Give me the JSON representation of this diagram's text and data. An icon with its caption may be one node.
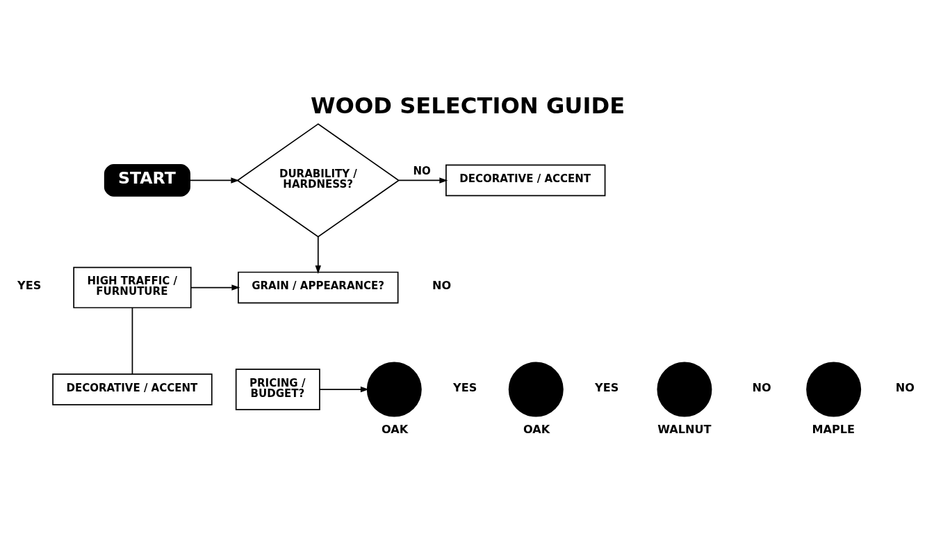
{
  "diagram": {
    "title": "WOOD SELECTION GUIDE",
    "nodes": [
      {
        "text": [
          "START"
        ]
      },
      {
        "text": [
          "DURABILITY / HARDNESS?"
        ]
      },
      {
        "text": [
          "DECORATIVE / ACCENT"
        ]
      },
      {
        "text": [
          "HIGH TRAFFIC / FURNUTURE"
        ]
      },
      {
        "text": [
          "GRAIN / APPEARANCE?"
        ]
      },
      {
        "text": [
          "DECORATIVE / ACCENT"
        ]
      },
      {
        "text": [
          "PRICING / BUDGET?"
        ]
      },
      {
        "text": [],
        "shape": "circle",
        "beside": [
          "OAK"
        ]
      },
      {
        "text": [],
        "shape": "circle",
        "beside": [
          "OAK"
        ]
      },
      {
        "text": [],
        "shape": "circle",
        "beside": [
          "WALNUT"
        ]
      },
      {
        "text": [],
        "shape": "circle",
        "beside": [
          "MAPLE"
        ]
      }
    ],
    "edges": [
      {
        "from": 0,
        "to": 1,
        "arrow": "to"
      },
      {
        "from": 1,
        "to": 2,
        "arrow": "to",
        "label": "NO"
      },
      {
        "from": 1,
        "to": 4,
        "arrow": "to"
      },
      {
        "from": 3,
        "to": 4,
        "arrow": "to"
      },
      {
        "from": 3,
        "to": 5,
        "arrow": "none"
      },
      {
        "from": 6,
        "to": 7,
        "arrow": "to"
      }
    ],
    "labels": [
      "YES",
      "NO",
      "YES",
      "YES",
      "NO",
      "NO"
    ]
  }
}
